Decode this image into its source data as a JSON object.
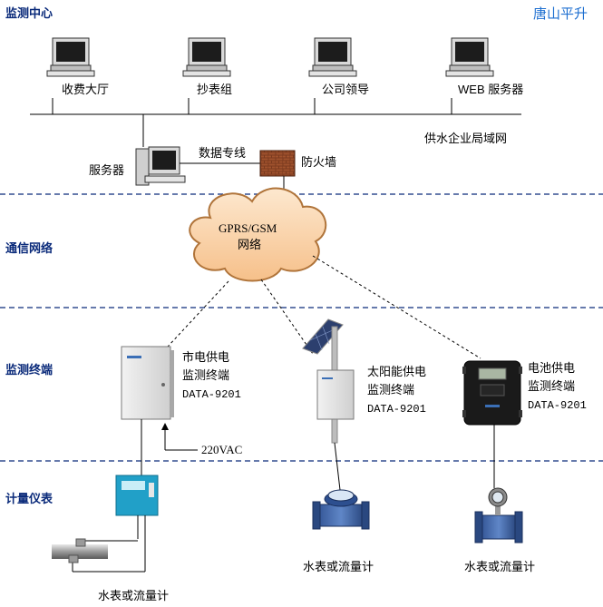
{
  "brand": "唐山平升",
  "zones": {
    "monitoring_center": "监测中心",
    "comm_network": "通信网络",
    "terminals": "监测终端",
    "meters": "计量仪表"
  },
  "center": {
    "pcs": [
      "收费大厅",
      "抄表组",
      "公司领导",
      "WEB 服务器"
    ],
    "lan_label": "供水企业局域网",
    "server_label": "服务器",
    "dedicated_line": "数据专线",
    "firewall": "防火墙"
  },
  "cloud": {
    "line1": "GPRS/GSM",
    "line2": "网络"
  },
  "terminal_units": [
    {
      "line1": "市电供电",
      "line2": "监测终端",
      "model": "DATA-9201"
    },
    {
      "line1": "太阳能供电",
      "line2": "监测终端",
      "model": "DATA-9201"
    },
    {
      "line1": "电池供电",
      "line2": "监测终端",
      "model": "DATA-9201"
    }
  ],
  "power_label": "220VAC",
  "meter_labels": [
    "水表或流量计",
    "水表或流量计",
    "水表或流量计"
  ]
}
